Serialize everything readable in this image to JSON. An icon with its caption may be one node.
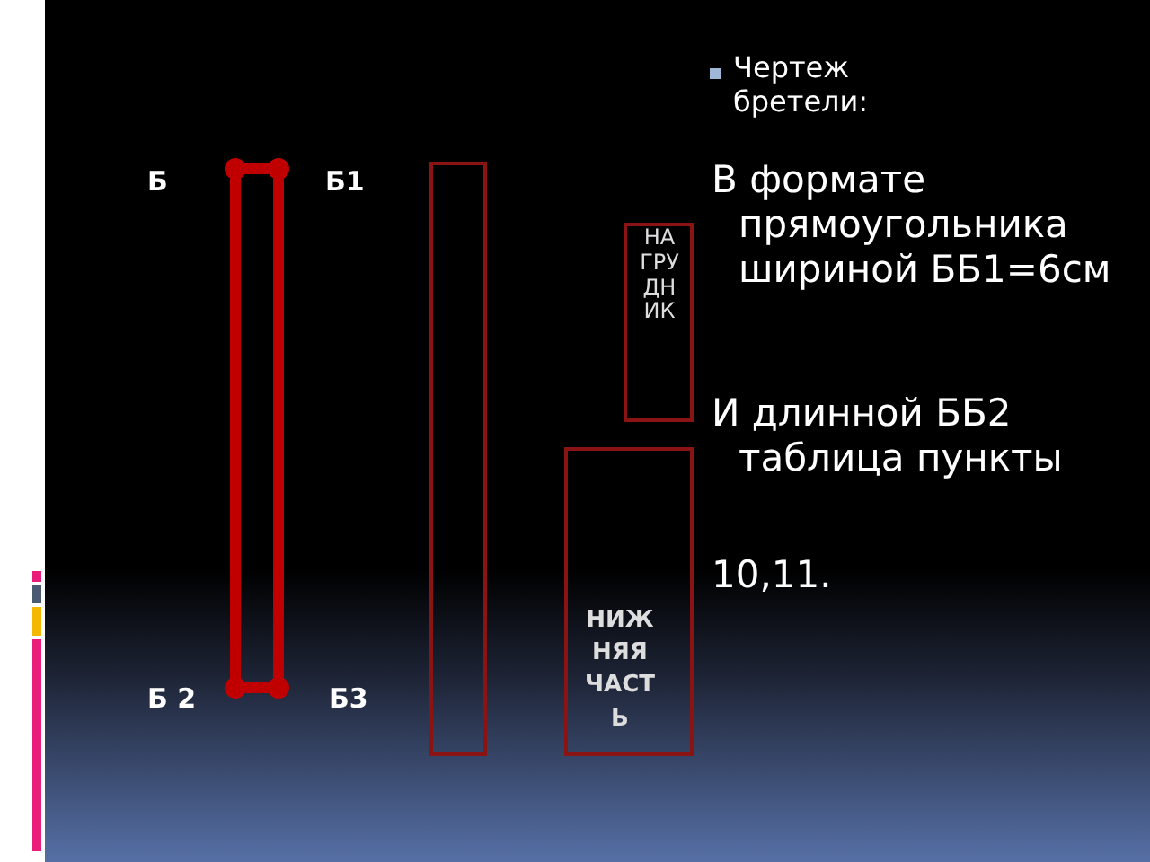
{
  "diagram": {
    "nodes": [
      {
        "text": [],
        "shape": "box"
      },
      {
        "text": [],
        "shape": "box"
      },
      {
        "text": [
          "НАГРУДНИК"
        ]
      },
      {
        "text": [
          "НИЖНЯЯ ЧАСТЬ"
        ]
      }
    ],
    "labels": [
      "Б",
      "Б1",
      "Б 2",
      "Б3",
      "Чертеж бретели:",
      "В формате прямоугольника шириной ББ1=6см",
      "И длинной ББ2 таблица пункты",
      "10,11."
    ]
  }
}
